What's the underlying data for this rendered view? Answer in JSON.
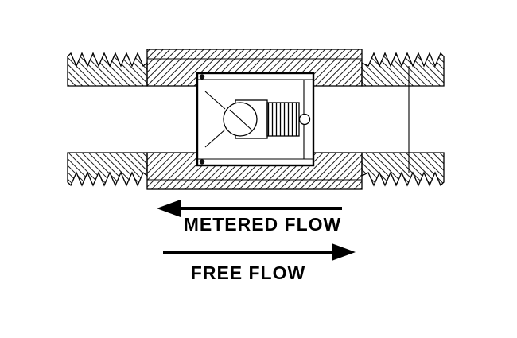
{
  "diagram": {
    "labels": {
      "metered_flow": "METERED FLOW",
      "free_flow": "FREE FLOW"
    },
    "arrows": {
      "metered_flow_direction": "left",
      "free_flow_direction": "right"
    },
    "colors": {
      "line": "#000000",
      "background": "#ffffff"
    }
  }
}
